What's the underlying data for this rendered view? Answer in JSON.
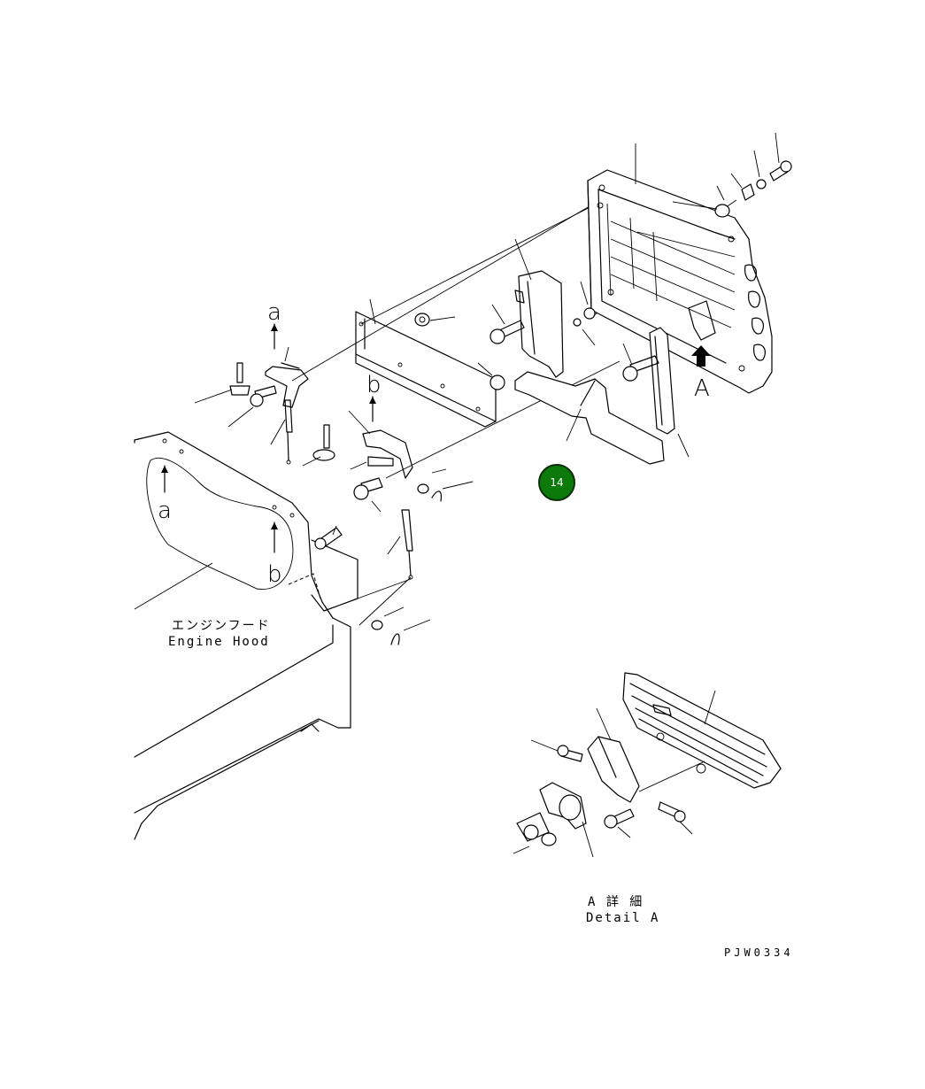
{
  "labels": {
    "arrow_a_top": "a",
    "arrow_b_top": "b",
    "arrow_a_hood": "a",
    "arrow_b_hood": "b",
    "view_arrow": "A",
    "hood_jp": "エンジンフード",
    "hood_en": "Engine Hood",
    "detail_jp": "A 詳 細",
    "detail_en": "Detail A",
    "drawing_code": "PJW0334"
  },
  "callout": {
    "number": "14",
    "color": "#0b7a0b"
  }
}
